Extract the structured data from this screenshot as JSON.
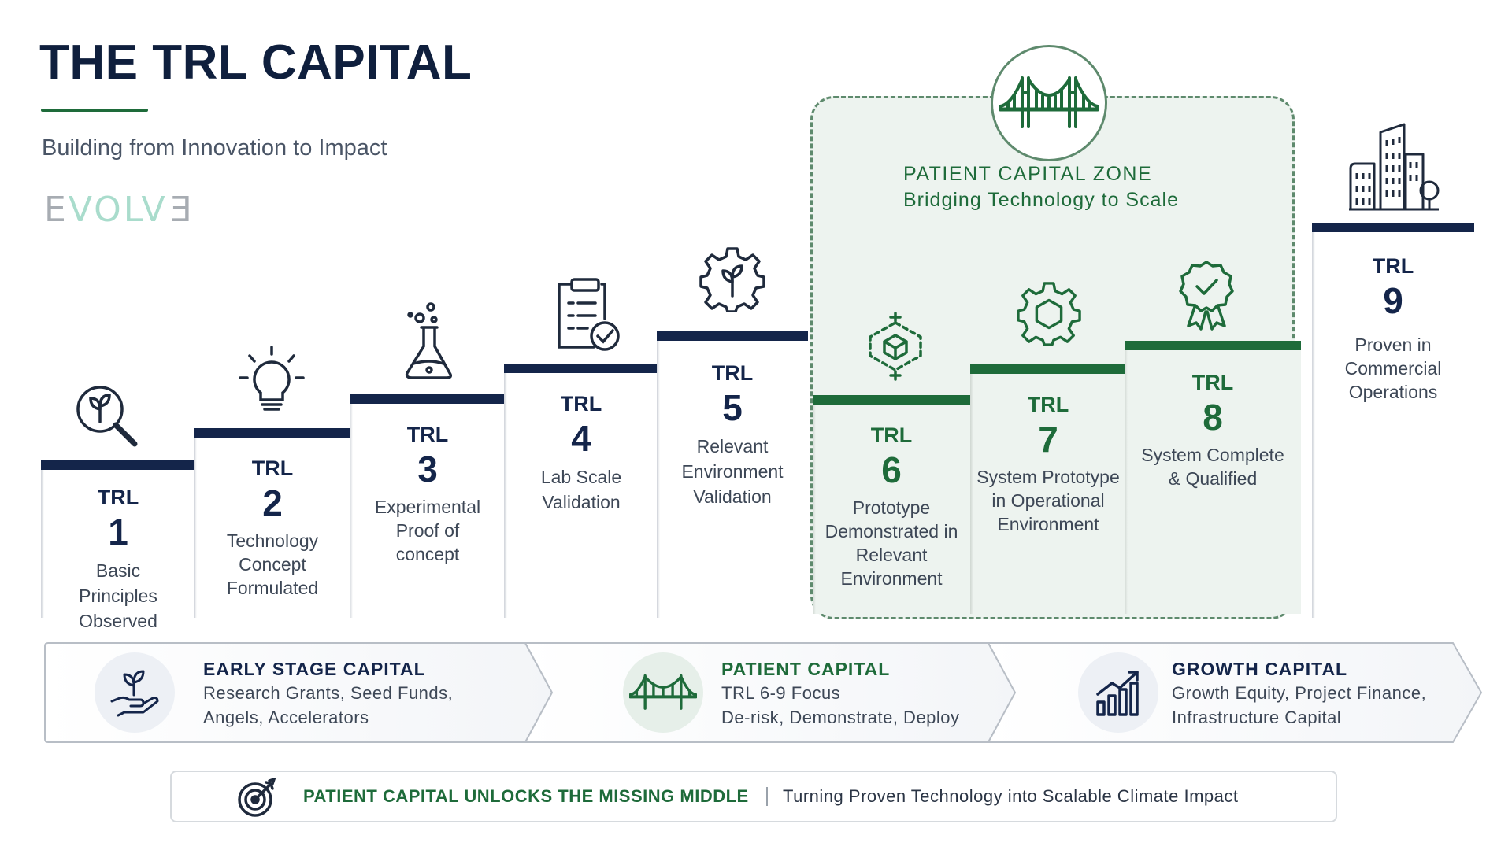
{
  "header": {
    "title": "THE TRL CAPITAL",
    "subtitle": "Building from Innovation to Impact",
    "logo": {
      "part1": "E",
      "part2": "VOLV",
      "part3": "E"
    }
  },
  "zone": {
    "title": "PATIENT CAPITAL ZONE",
    "subtitle": "Bridging Technology to Scale",
    "icon": "bridge-icon"
  },
  "steps": [
    {
      "trl": "TRL",
      "number": "1",
      "desc": [
        "Basic",
        "Principles",
        "Observed"
      ],
      "icon": "magnifier-plant-icon"
    },
    {
      "trl": "TRL",
      "number": "2",
      "desc": [
        "Technology",
        "Concept",
        "Formulated"
      ],
      "icon": "lightbulb-icon"
    },
    {
      "trl": "TRL",
      "number": "3",
      "desc": [
        "Experimental",
        "Proof of",
        "concept"
      ],
      "icon": "flask-icon"
    },
    {
      "trl": "TRL",
      "number": "4",
      "desc": [
        "Lab Scale",
        "Validation"
      ],
      "icon": "clipboard-check-icon"
    },
    {
      "trl": "TRL",
      "number": "5",
      "desc": [
        "Relevant",
        "Environment",
        "Validation"
      ],
      "icon": "gear-plant-icon"
    },
    {
      "trl": "TRL",
      "number": "6",
      "desc": [
        "Prototype",
        "Demonstrated in",
        "Relevant",
        "Environment"
      ],
      "icon": "cube-icon"
    },
    {
      "trl": "TRL",
      "number": "7",
      "desc": [
        "System Prototype",
        "in Operational",
        "Environment"
      ],
      "icon": "gear-hexagon-icon"
    },
    {
      "trl": "TRL",
      "number": "8",
      "desc": [
        "System Complete",
        "& Qualified"
      ],
      "icon": "badge-check-icon"
    },
    {
      "trl": "TRL",
      "number": "9",
      "desc": [
        "Proven in",
        "Commercial",
        "Operations"
      ],
      "icon": "city-buildings-icon"
    }
  ],
  "capital": [
    {
      "title": "EARLY STAGE CAPITAL",
      "lines": [
        "Research Grants, Seed Funds,",
        "Angels, Accelerators"
      ],
      "icon": "hand-plant-icon"
    },
    {
      "title": "PATIENT CAPITAL",
      "lines": [
        "TRL 6-9 Focus",
        "De-risk, Demonstrate, Deploy"
      ],
      "icon": "bridge-icon"
    },
    {
      "title": "GROWTH CAPITAL",
      "lines": [
        "Growth Equity, Project Finance,",
        "Infrastructure Capital"
      ],
      "icon": "growth-chart-icon"
    }
  ],
  "banner": {
    "main": "PATIENT CAPITAL UNLOCKS THE MISSING MIDDLE",
    "sub": "Turning Proven Technology into Scalable Climate Impact",
    "icon": "target-icon"
  },
  "colors": {
    "navy": "#14254a",
    "green": "#1e6b3a",
    "zone_fill": "#edf3ef",
    "zone_border": "#5e8a6d"
  }
}
